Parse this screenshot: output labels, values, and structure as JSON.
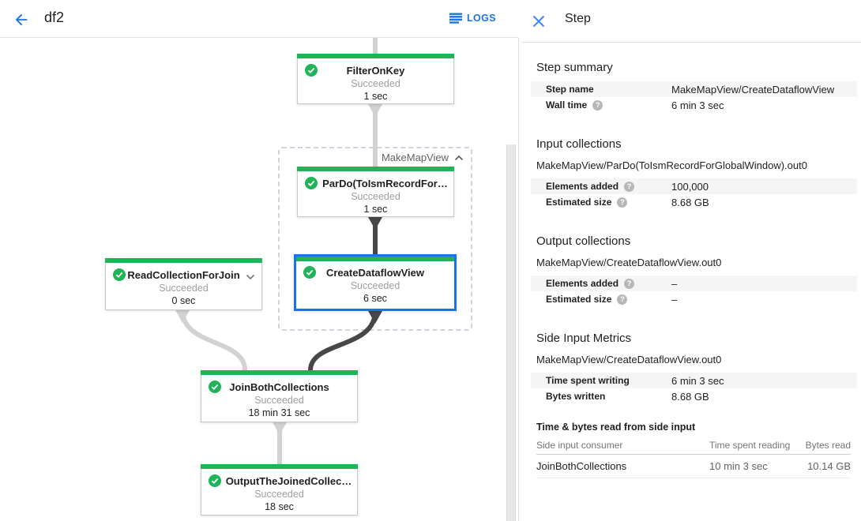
{
  "header": {
    "title": "df2",
    "logs_label": "LOGS"
  },
  "icons": {
    "back": "arrow-left",
    "logs": "list-lines",
    "close": "x",
    "check": "check-circle",
    "help": "?",
    "collapse": "chevron-up",
    "expand": "chevron-down"
  },
  "colors": {
    "accent_blue": "#1a73e8",
    "success_green": "#20b358",
    "status_gray": "#9e9e9e",
    "edge_dark": "#474747",
    "edge_light": "#d2d2d2",
    "selection_border": "#1a73e8"
  },
  "graph": {
    "group_label": "MakeMapView",
    "nodes": [
      {
        "title": "FilterOnKey",
        "status": "Succeeded",
        "duration": "1 sec"
      },
      {
        "title": "ParDo(ToIsmRecordFor…",
        "status": "Succeeded",
        "duration": "1 sec"
      },
      {
        "title": "CreateDataflowView",
        "status": "Succeeded",
        "duration": "6 sec",
        "selected": true
      },
      {
        "title": "ReadCollectionForJoin",
        "status": "Succeeded",
        "duration": "0 sec"
      },
      {
        "title": "JoinBothCollections",
        "status": "Succeeded",
        "duration": "18 min 31 sec"
      },
      {
        "title": "OutputTheJoinedCollec…",
        "status": "Succeeded",
        "duration": "18 sec"
      }
    ]
  },
  "panel": {
    "title": "Step",
    "step_summary": {
      "heading": "Step summary",
      "rows": [
        {
          "label": "Step name",
          "value": "MakeMapView/CreateDataflowView"
        },
        {
          "label": "Wall time",
          "value": "6 min 3 sec",
          "help": true
        }
      ]
    },
    "input_collections": {
      "heading": "Input collections",
      "collection": "MakeMapView/ParDo(ToIsmRecordForGlobalWindow).out0",
      "rows": [
        {
          "label": "Elements added",
          "value": "100,000",
          "help": true
        },
        {
          "label": "Estimated size",
          "value": "8.68 GB",
          "help": true
        }
      ]
    },
    "output_collections": {
      "heading": "Output collections",
      "collection": "MakeMapView/CreateDataflowView.out0",
      "rows": [
        {
          "label": "Elements added",
          "value": "–",
          "help": true
        },
        {
          "label": "Estimated size",
          "value": "–",
          "help": true
        }
      ]
    },
    "side_input_metrics": {
      "heading": "Side Input Metrics",
      "collection": "MakeMapView/CreateDataflowView.out0",
      "rows": [
        {
          "label": "Time spent writing",
          "value": "6 min 3 sec"
        },
        {
          "label": "Bytes written",
          "value": "8.68 GB"
        }
      ]
    },
    "side_input_table": {
      "heading": "Time & bytes read from side input",
      "columns": [
        "Side input consumer",
        "Time spent reading",
        "Bytes read"
      ],
      "rows": [
        {
          "consumer": "JoinBothCollections",
          "time": "10 min 3 sec",
          "bytes": "10.14 GB"
        }
      ]
    }
  }
}
